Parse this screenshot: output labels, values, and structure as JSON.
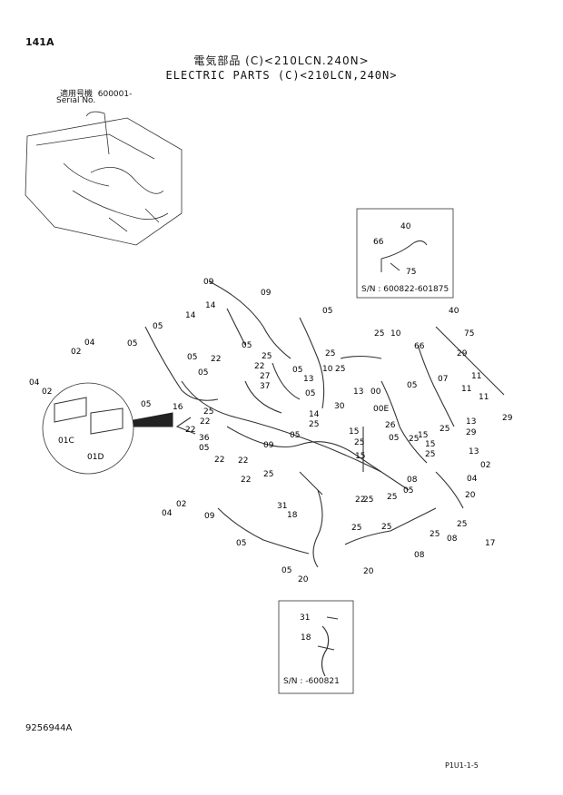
{
  "page_id": "141A",
  "title_jp": "電気部品 (C)<210LCN.240N>",
  "title_en": "ELECTRIC PARTS (C)<210LCN,240N>",
  "serial": {
    "label_jp": "適用号機",
    "value": "600001-",
    "label_en": "Serial No."
  },
  "insets": {
    "top": {
      "serial": "S/N : 600822-601875",
      "parts": [
        "40",
        "66",
        "75"
      ]
    },
    "bottom": {
      "serial": "S/N : -600821",
      "parts": [
        "31",
        "18"
      ]
    },
    "circle": {
      "parts": [
        "01C",
        "01D"
      ]
    }
  },
  "callouts": [
    "09",
    "09",
    "14",
    "05",
    "14",
    "05",
    "05",
    "05",
    "02",
    "04",
    "04",
    "02",
    "05",
    "05",
    "22",
    "05",
    "25",
    "22",
    "27",
    "37",
    "05",
    "13",
    "25",
    "05",
    "25",
    "10",
    "25",
    "10",
    "40",
    "75",
    "66",
    "29",
    "05",
    "07",
    "11",
    "11",
    "11",
    "29",
    "13",
    "29",
    "16",
    "22",
    "22",
    "36",
    "05",
    "09",
    "25",
    "22",
    "22",
    "22",
    "25",
    "13",
    "15",
    "25",
    "30",
    "14",
    "25",
    "15",
    "26",
    "05",
    "15",
    "25",
    "25",
    "25",
    "13",
    "00",
    "00E",
    "15",
    "20",
    "02",
    "04",
    "05",
    "08",
    "25",
    "25",
    "25",
    "08",
    "08",
    "17",
    "18",
    "31",
    "25",
    "05",
    "20",
    "20",
    "09",
    "05",
    "02",
    "04",
    "05",
    "25",
    "22",
    "25"
  ],
  "doc_no": "9256944A",
  "page_code": "P1U1-1-5"
}
